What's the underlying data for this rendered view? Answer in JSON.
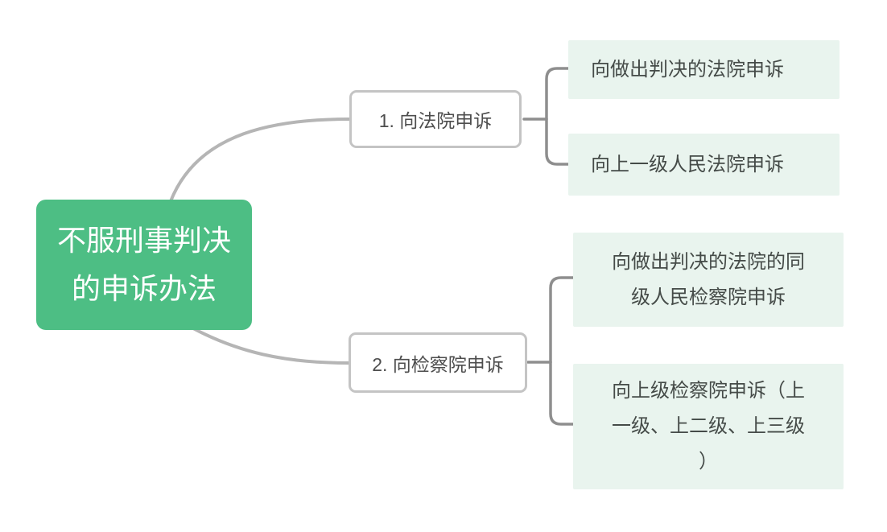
{
  "colors": {
    "canvas_bg": "#ffffff",
    "root_bg": "#4dbe84",
    "root_text": "#ffffff",
    "branch_bg": "#ffffff",
    "branch_border": "#c4c4c4",
    "branch_text": "#4d4d4d",
    "leaf_bg": "#e9f4ee",
    "leaf_text": "#454b48",
    "connector_curve": "#b5b5b5",
    "connector_bracket": "#8e8e8e"
  },
  "mindmap": {
    "root": {
      "text": "不服刑事判决的申诉办法",
      "lines": [
        "不服刑事判决",
        "的申诉办法"
      ]
    },
    "branches": [
      {
        "label": "1. 向法院申诉",
        "children": [
          {
            "text": "向做出判决的法院申诉",
            "lines": [
              "向做出判决的法院申诉"
            ]
          },
          {
            "text": "向上一级人民法院申诉",
            "lines": [
              "向上一级人民法院申诉"
            ]
          }
        ]
      },
      {
        "label": "2. 向检察院申诉",
        "children": [
          {
            "text": "向做出判决的法院的同级人民检察院申诉",
            "lines": [
              "向做出判决的法院的同",
              "级人民检察院申诉"
            ]
          },
          {
            "text": "向上级检察院申诉（上一级、上二级、上三级）",
            "lines": [
              "向上级检察院申诉（上",
              "一级、上二级、上三级",
              "）"
            ]
          }
        ]
      }
    ]
  }
}
